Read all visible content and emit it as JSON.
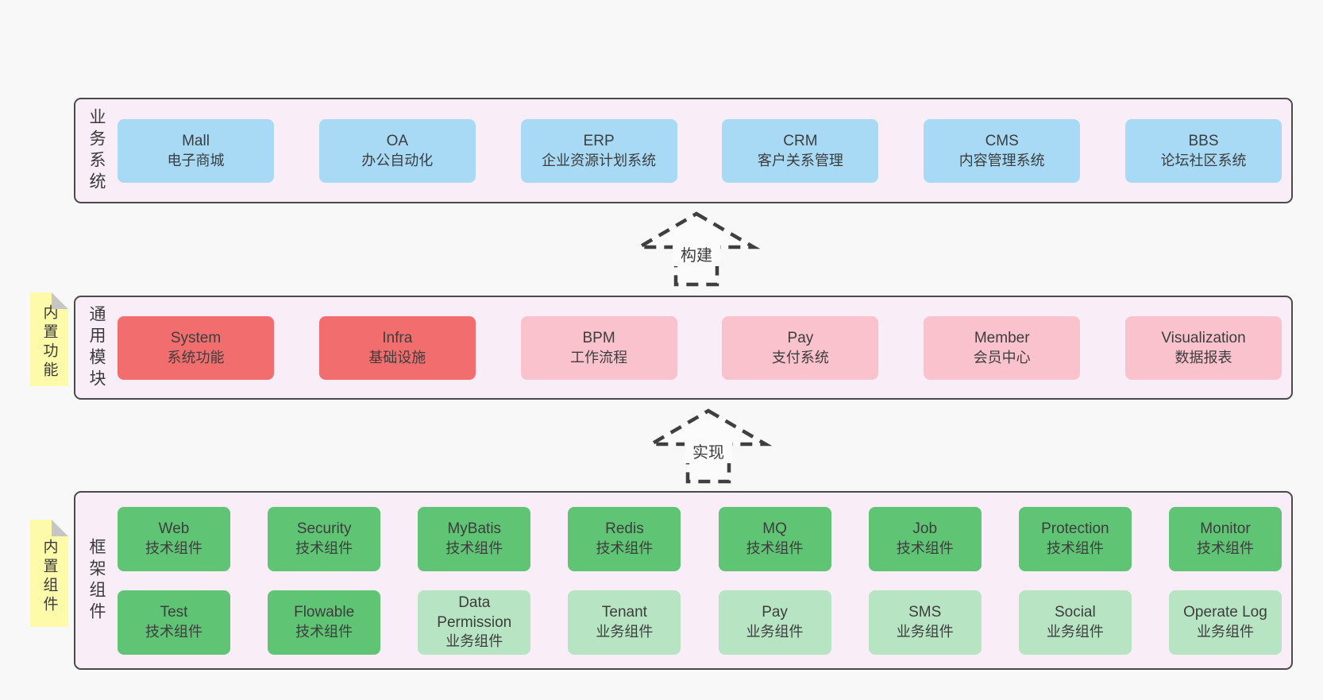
{
  "colors": {
    "page_bg": "#f8f8f8",
    "container_bg": "#f9eef8",
    "border": "#4a4a4a",
    "box_text": "#3d3d3d",
    "blue": "#a8daf5",
    "red": "#f26e6e",
    "pink": "#f9c2cd",
    "green": "#60c475",
    "green_light": "#b7e5c3",
    "sticky": "#fdfba9",
    "sticky_fold": "#c6c6c6",
    "arrow_fill": "#fbfbfb",
    "arrow_stroke": "#3f3f3f"
  },
  "arrows": [
    {
      "label": "构建"
    },
    {
      "label": "实现"
    }
  ],
  "layers": [
    {
      "label": "业务系统",
      "rows": [
        [
          {
            "title": "Mall",
            "subtitle": "电子商城",
            "variant": "blue"
          },
          {
            "title": "OA",
            "subtitle": "办公自动化",
            "variant": "blue"
          },
          {
            "title": "ERP",
            "subtitle": "企业资源计划系统",
            "variant": "blue"
          },
          {
            "title": "CRM",
            "subtitle": "客户关系管理",
            "variant": "blue"
          },
          {
            "title": "CMS",
            "subtitle": "内容管理系统",
            "variant": "blue"
          },
          {
            "title": "BBS",
            "subtitle": "论坛社区系统",
            "variant": "blue"
          }
        ]
      ]
    },
    {
      "label": "通用模块",
      "note": "内置功能",
      "rows": [
        [
          {
            "title": "System",
            "subtitle": "系统功能",
            "variant": "red"
          },
          {
            "title": "Infra",
            "subtitle": "基础设施",
            "variant": "red"
          },
          {
            "title": "BPM",
            "subtitle": "工作流程",
            "variant": "pink"
          },
          {
            "title": "Pay",
            "subtitle": "支付系统",
            "variant": "pink"
          },
          {
            "title": "Member",
            "subtitle": "会员中心",
            "variant": "pink"
          },
          {
            "title": "Visualization",
            "subtitle": "数据报表",
            "variant": "pink"
          }
        ]
      ]
    },
    {
      "label": "框架组件",
      "note": "内置组件",
      "rows": [
        [
          {
            "title": "Web",
            "subtitle": "技术组件",
            "variant": "green"
          },
          {
            "title": "Security",
            "subtitle": "技术组件",
            "variant": "green"
          },
          {
            "title": "MyBatis",
            "subtitle": "技术组件",
            "variant": "green"
          },
          {
            "title": "Redis",
            "subtitle": "技术组件",
            "variant": "green"
          },
          {
            "title": "MQ",
            "subtitle": "技术组件",
            "variant": "green"
          },
          {
            "title": "Job",
            "subtitle": "技术组件",
            "variant": "green"
          },
          {
            "title": "Protection",
            "subtitle": "技术组件",
            "variant": "green"
          },
          {
            "title": "Monitor",
            "subtitle": "技术组件",
            "variant": "green"
          }
        ],
        [
          {
            "title": "Test",
            "subtitle": "技术组件",
            "variant": "green"
          },
          {
            "title": "Flowable",
            "subtitle": "技术组件",
            "variant": "green"
          },
          {
            "title": "Data Permission",
            "subtitle": "业务组件",
            "variant": "green-light"
          },
          {
            "title": "Tenant",
            "subtitle": "业务组件",
            "variant": "green-light"
          },
          {
            "title": "Pay",
            "subtitle": "业务组件",
            "variant": "green-light"
          },
          {
            "title": "SMS",
            "subtitle": "业务组件",
            "variant": "green-light"
          },
          {
            "title": "Social",
            "subtitle": "业务组件",
            "variant": "green-light"
          },
          {
            "title": "Operate Log",
            "subtitle": "业务组件",
            "variant": "green-light"
          }
        ]
      ]
    }
  ]
}
